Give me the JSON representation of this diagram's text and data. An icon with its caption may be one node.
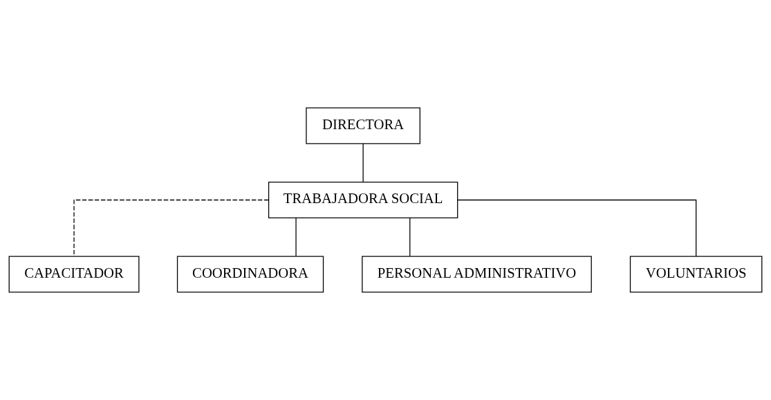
{
  "diagram": {
    "nodes": [
      {
        "text": [
          "DIRECTORA"
        ]
      },
      {
        "text": [
          "TRABAJADORA SOCIAL"
        ]
      },
      {
        "text": [
          "CAPACITADOR"
        ]
      },
      {
        "text": [
          "COORDINADORA"
        ]
      },
      {
        "text": [
          "PERSONAL ADMINISTRATIVO"
        ]
      },
      {
        "text": [
          "VOLUNTARIOS"
        ]
      }
    ],
    "edges": [
      {
        "from": 0,
        "to": 1,
        "arrow": "none"
      },
      {
        "from": 1,
        "to": 2,
        "arrow": "none",
        "style": "dashed"
      },
      {
        "from": 1,
        "to": 3,
        "arrow": "none"
      },
      {
        "from": 1,
        "to": 4,
        "arrow": "none"
      },
      {
        "from": 1,
        "to": 5,
        "arrow": "none"
      }
    ]
  }
}
